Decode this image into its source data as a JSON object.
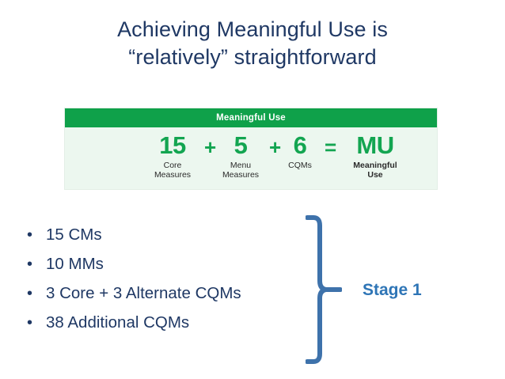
{
  "slide": {
    "background_color": "#FFFFFF",
    "title_color": "#1F3864",
    "accent_blue": "#2E75B6",
    "accent_green": "#13A551",
    "header_green": "#0FA14A",
    "panel_green_tint": "#ECF7EF"
  },
  "title": {
    "line1": "Achieving Meaningful Use is",
    "line2": "“relatively” straightforward"
  },
  "mu_graphic": {
    "header": "Meaningful Use",
    "equation": {
      "terms": [
        {
          "value": "15",
          "label_line1": "Core",
          "label_line2": "Measures",
          "bold_label": false
        },
        {
          "value": "5",
          "label_line1": "Menu",
          "label_line2": "Measures",
          "bold_label": false
        },
        {
          "value": "6",
          "label_line1": "CQMs",
          "label_line2": "",
          "bold_label": false
        },
        {
          "value": "MU",
          "label_line1": "Meaningful",
          "label_line2": "Use",
          "bold_label": true
        }
      ],
      "operators": [
        "+",
        "+",
        "="
      ]
    }
  },
  "bullets": {
    "marker": "•",
    "items": [
      {
        "text": "15 CMs"
      },
      {
        "text": "10 MMs"
      },
      {
        "text": "3 Core + 3 Alternate CQMs"
      },
      {
        "text": "38 Additional CQMs"
      }
    ]
  },
  "callout": {
    "label": "Stage 1",
    "brace_shape": "right-curly-brace"
  }
}
